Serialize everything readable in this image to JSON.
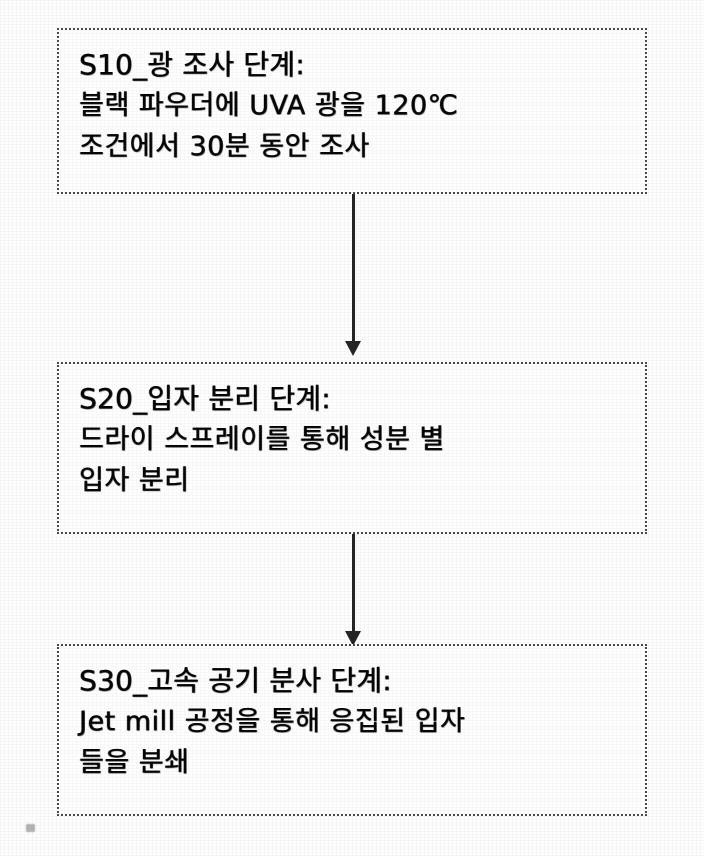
{
  "document": {
    "type": "patent-flowchart",
    "language": "ko",
    "background_color": "#ffffff",
    "line_color": "#262626"
  },
  "flowchart": {
    "steps": [
      {
        "id": "S10",
        "title": "S10_광 조사 단계:",
        "line2": "블랙 파우더에 UVA 광을 120℃",
        "line3": "조건에서 30분 동안 조사"
      },
      {
        "id": "S20",
        "title": "S20_입자 분리 단계:",
        "line2": "드라이 스프레이를 통해 성분 별",
        "line3": "입자 분리"
      },
      {
        "id": "S30",
        "title": "S30_고속 공기 분사 단계:",
        "line2": "Jet mill 공정을 통해 응집된 입자",
        "line3": "들을 분쇄"
      }
    ],
    "connectors": [
      {
        "from": "S10",
        "to": "S20",
        "direction": "down"
      },
      {
        "from": "S20",
        "to": "S30",
        "direction": "down"
      }
    ]
  }
}
